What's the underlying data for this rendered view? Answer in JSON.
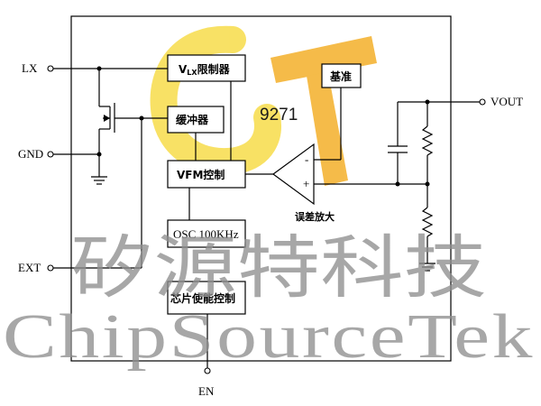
{
  "pins": {
    "lx": "LX",
    "gnd": "GND",
    "ext": "EXT",
    "vout": "VOUT",
    "en": "EN"
  },
  "blocks": {
    "limiter_prefix": "V",
    "limiter_sub": "LX",
    "limiter_suffix": "限制器",
    "buffer": "缓冲器",
    "vfm": "VFM控制",
    "osc": "OSC 100KHz",
    "chip_enable": "芯片使能控制",
    "reference": "基准",
    "amplifier": "误差放大",
    "amp_minus": "-",
    "amp_plus": "+"
  },
  "chip_number": "9271",
  "watermark": {
    "chinese": "矽源特科技",
    "english": "ChipSourceTek"
  },
  "colors": {
    "logo_yellow": "#f7dc4a",
    "logo_orange": "#f4b02a",
    "watermark_gray": "#8f8f8f"
  }
}
